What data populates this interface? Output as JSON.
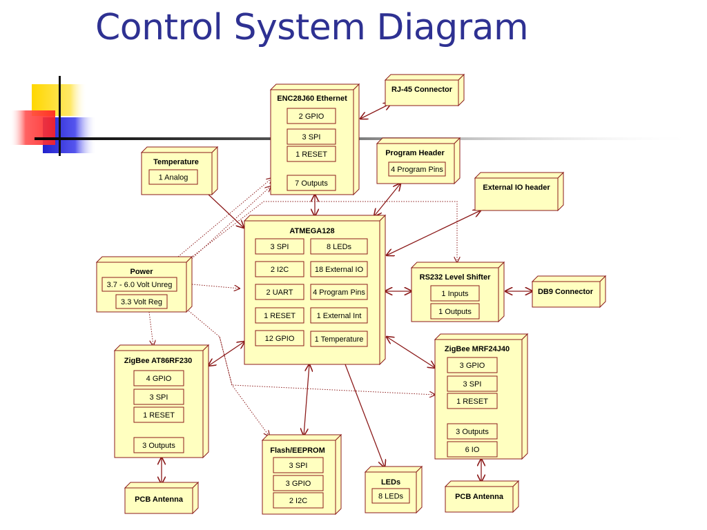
{
  "title": "Control System Diagram",
  "colors": {
    "title": "#2e3192",
    "box_fill": "#ffffc0",
    "box_stroke": "#8b1a1a",
    "connector": "#8b1a1a",
    "deco_yellow": "#ffd700",
    "deco_red": "#ff3b3b",
    "deco_blue": "#2b2bd6"
  },
  "blocks": {
    "enc28j60": {
      "title": "ENC28J60 Ethernet",
      "pins": [
        "2 GPIO",
        "3 SPI",
        "1 RESET",
        "7 Outputs"
      ]
    },
    "rj45": {
      "title": "RJ-45 Connector"
    },
    "program_header": {
      "title": "Program Header",
      "pins": [
        "4 Program Pins"
      ]
    },
    "external_io": {
      "title": "External IO header"
    },
    "temperature": {
      "title": "Temperature",
      "pins": [
        "1 Analog"
      ]
    },
    "atmega128": {
      "title": "ATMEGA128",
      "pins_left": [
        "3 SPI",
        "2 I2C",
        "2 UART",
        "1 RESET",
        "12 GPIO"
      ],
      "pins_right": [
        "8 LEDs",
        "18 External IO",
        "4 Program Pins",
        "1 External Int",
        "1 Temperature"
      ]
    },
    "power": {
      "title": "Power",
      "pins": [
        "3.7 - 6.0 Volt Unreg",
        "3.3 Volt Reg"
      ]
    },
    "rs232": {
      "title": "RS232 Level Shifter",
      "pins": [
        "1 Inputs",
        "1 Outputs"
      ]
    },
    "db9": {
      "title": "DB9 Connector"
    },
    "zigbee_at86": {
      "title": "ZigBee AT86RF230",
      "pins": [
        "4 GPIO",
        "3 SPI",
        "1 RESET",
        "3 Outputs"
      ]
    },
    "zigbee_mrf": {
      "title": "ZigBee MRF24J40",
      "pins": [
        "3 GPIO",
        "3 SPI",
        "1 RESET",
        "3 Outputs",
        "6 IO"
      ]
    },
    "flash": {
      "title": "Flash/EEPROM",
      "pins": [
        "3 SPI",
        "3 GPIO",
        "2 I2C"
      ]
    },
    "leds": {
      "title": "LEDs",
      "pins": [
        "8 LEDs"
      ]
    },
    "pcb_antenna_left": {
      "title": "PCB Antenna"
    },
    "pcb_antenna_right": {
      "title": "PCB Antenna"
    }
  }
}
